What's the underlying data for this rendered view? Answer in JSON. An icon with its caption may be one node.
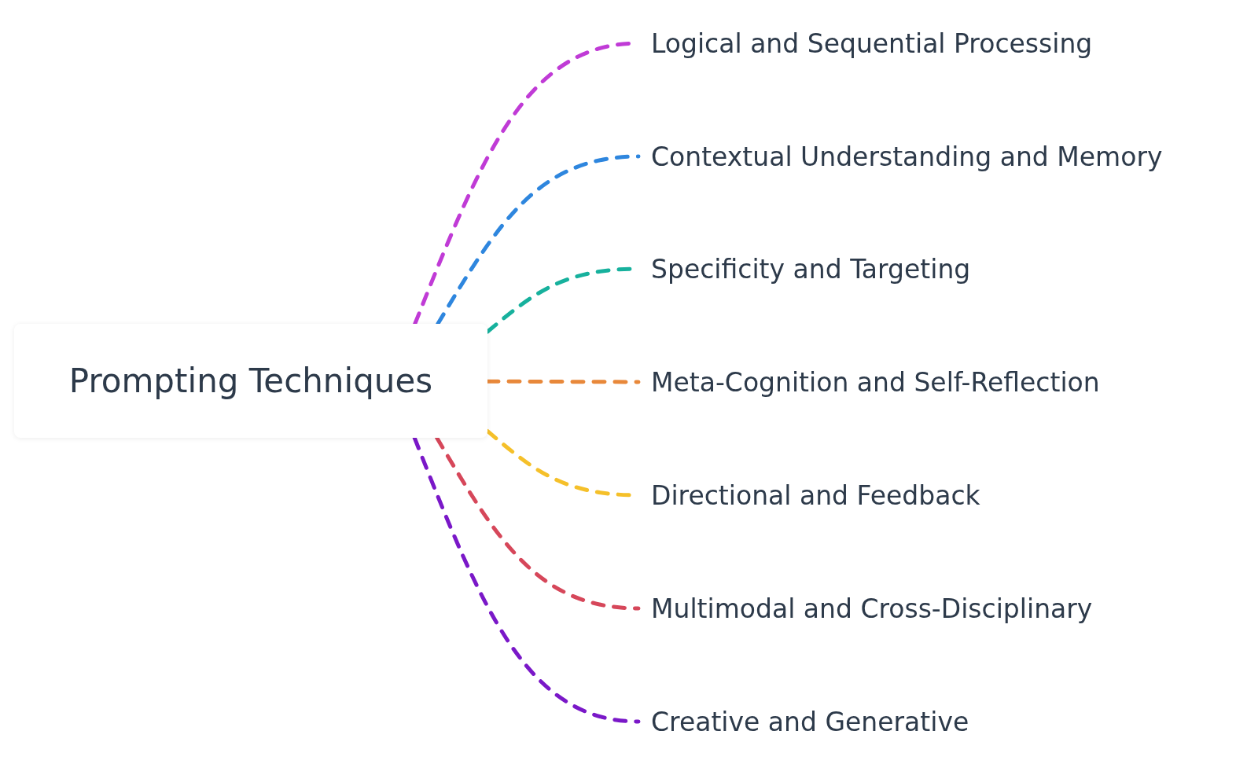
{
  "diagram": {
    "nodes": [
      {
        "text": [
          "Prompting Techniques"
        ]
      },
      {
        "text": [
          "Logical and Sequential Processing"
        ]
      },
      {
        "text": [
          "Contextual Understanding and Memory"
        ]
      },
      {
        "text": [
          "Specificity and Targeting"
        ]
      },
      {
        "text": [
          "Meta-Cognition and Self-Reflection"
        ]
      },
      {
        "text": [
          "Directional and Feedback"
        ]
      },
      {
        "text": [
          "Multimodal and Cross-Disciplinary"
        ]
      },
      {
        "text": [
          "Creative and Generative"
        ]
      }
    ],
    "edges": [
      {
        "from": 0,
        "to": 1,
        "arrow": "none",
        "style": "dashed",
        "color": "#c03bd6"
      },
      {
        "from": 0,
        "to": 2,
        "arrow": "none",
        "style": "dashed",
        "color": "#2e86de"
      },
      {
        "from": 0,
        "to": 3,
        "arrow": "none",
        "style": "dashed",
        "color": "#17b19d"
      },
      {
        "from": 0,
        "to": 4,
        "arrow": "none",
        "style": "dashed",
        "color": "#e8883a"
      },
      {
        "from": 0,
        "to": 5,
        "arrow": "none",
        "style": "dashed",
        "color": "#f5c02a"
      },
      {
        "from": 0,
        "to": 6,
        "arrow": "none",
        "style": "dashed",
        "color": "#d6475a"
      },
      {
        "from": 0,
        "to": 7,
        "arrow": "none",
        "style": "dashed",
        "color": "#7a18c8"
      }
    ]
  }
}
